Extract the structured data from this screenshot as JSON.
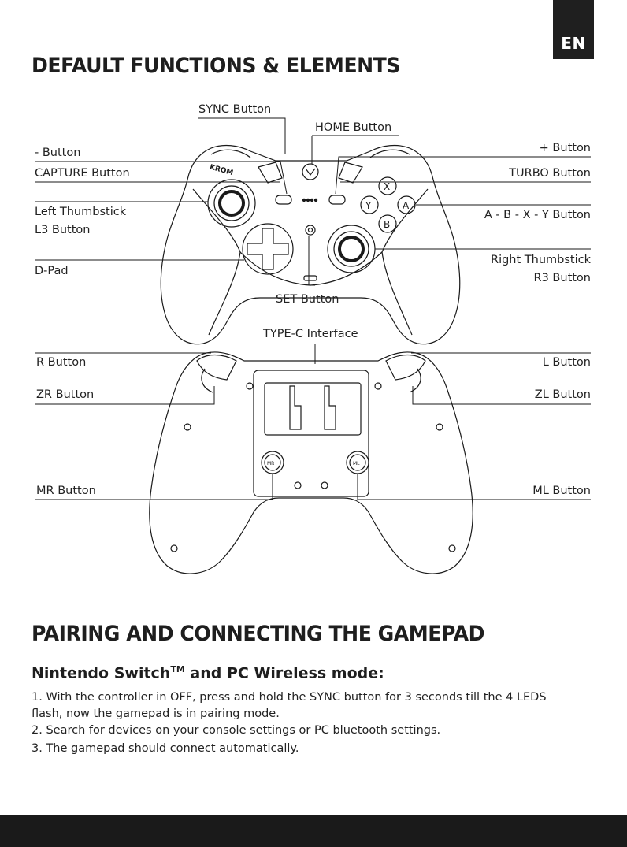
{
  "lang": "EN",
  "section1_title": "DEFAULT FUNCTIONS & ELEMENTS",
  "labels": {
    "sync": "SYNC Button",
    "home": "HOME Button",
    "minus": "- Button",
    "plus": "+ Button",
    "capture": "CAPTURE Button",
    "turbo": "TURBO Button",
    "left_thumb": "Left Thumbstick",
    "l3": "L3 Button",
    "abxy": "A - B - X - Y Button",
    "dpad": "D-Pad",
    "right_thumb": "Right Thumbstick",
    "r3": "R3 Button",
    "set": "SET Button",
    "typec": "TYPE-C Interface",
    "r": "R Button",
    "l": "L Button",
    "zr": "ZR Button",
    "zl": "ZL Button",
    "mr": "MR Button",
    "ml": "ML Button"
  },
  "logo": "KROM",
  "face_buttons": [
    "X",
    "Y",
    "A",
    "B"
  ],
  "back_buttons": [
    "MR",
    "ML"
  ],
  "section2_title": "PAIRING AND CONNECTING THE GAMEPAD",
  "subsection": {
    "title": "Nintendo Switch",
    "tm": "TM",
    "title_rest": " and PC Wireless mode:"
  },
  "steps": [
    "1. With the controller in OFF, press and hold the SYNC button for 3 seconds till the 4 LEDS",
    "flash, now the gamepad is in pairing mode.",
    "2. Search for devices on your console settings or PC bluetooth settings.",
    "3. The gamepad should connect automatically."
  ],
  "colors": {
    "ink": "#1a1a1a",
    "footer": "#1a1a1a"
  }
}
